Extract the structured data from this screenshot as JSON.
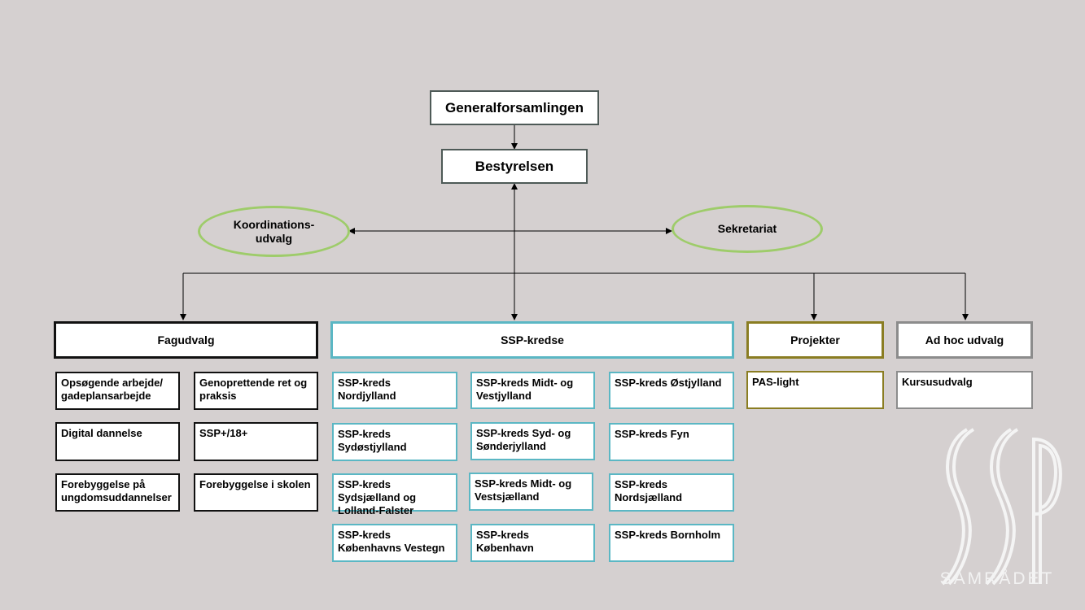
{
  "top": {
    "general": "Generalforsamlingen",
    "board": "Bestyrelsen"
  },
  "ellipses": {
    "koordination": "Koordinations-\nudvalg",
    "sekretariat": "Sekretariat"
  },
  "fagudvalg": {
    "header": "Fagudvalg",
    "items": [
      "Opsøgende arbejde/ gadeplansarbejde",
      "Genoprettende ret og praksis",
      "Digital dannelse",
      "SSP+/18+",
      "Forebyggelse på ungdomsuddannelser",
      "Forebyggelse i skolen"
    ]
  },
  "ssp": {
    "header": "SSP-kredse",
    "items": [
      "SSP-kreds Nordjylland",
      "SSP-kreds Midt- og Vestjylland",
      "SSP-kreds Østjylland",
      "SSP-kreds Sydøstjylland",
      "SSP-kreds Syd- og Sønderjylland",
      "SSP-kreds Fyn",
      "SSP-kreds Sydsjælland og Lolland-Falster",
      "SSP-kreds Midt- og Vestsjælland",
      "SSP-kreds Nordsjælland",
      "SSP-kreds Københavns Vestegn",
      "SSP-kreds København",
      "SSP-kreds Bornholm"
    ]
  },
  "projekter": {
    "header": "Projekter",
    "items": [
      "PAS-light"
    ]
  },
  "adhoc": {
    "header": "Ad hoc udvalg",
    "items": [
      "Kursusudvalg"
    ]
  },
  "logo": {
    "text": "SAMRÅDET"
  },
  "colors": {
    "background": "#d5d0d0",
    "ellipse": "#9ecc6a",
    "ssp": "#5bb7c4",
    "projekter": "#8a7d22",
    "adhoc": "#8c8c8c",
    "dark": "#4e5a57"
  }
}
